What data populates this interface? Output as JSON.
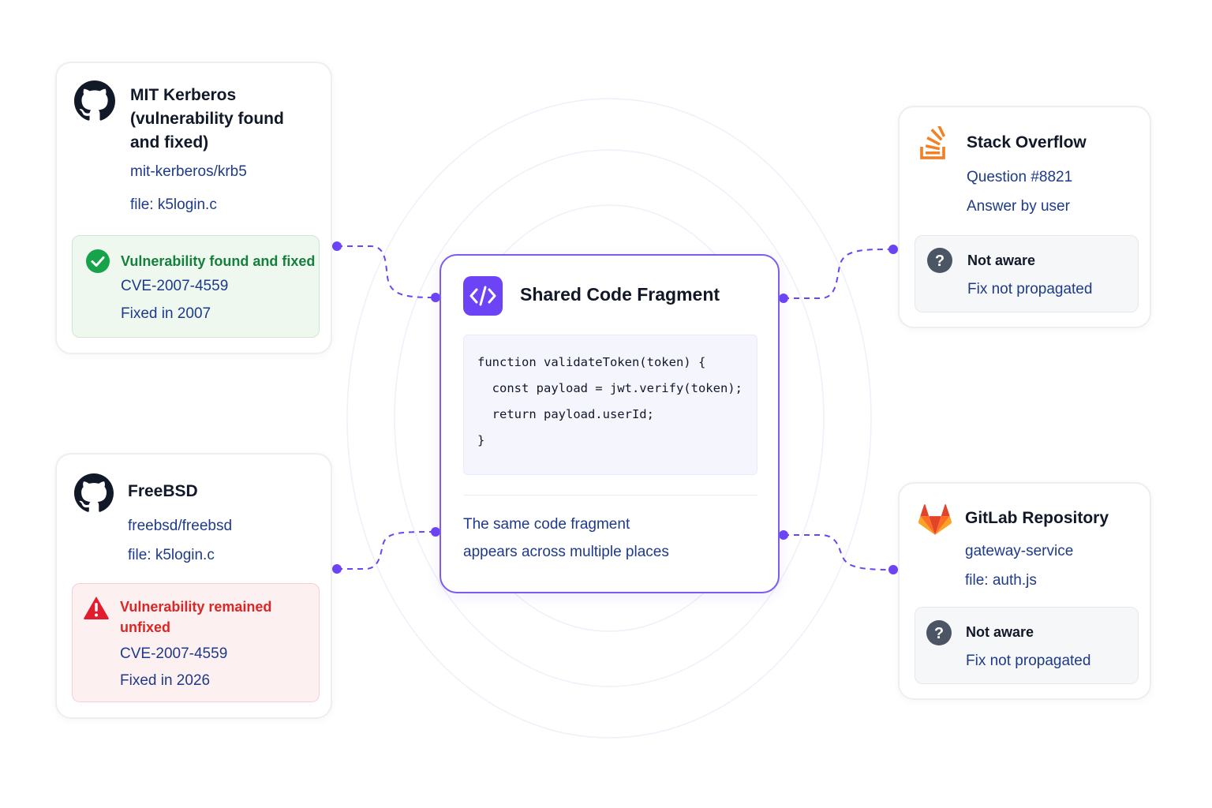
{
  "center": {
    "title": "Shared Code Fragment",
    "code": [
      "function validateToken(token) {",
      "  const payload = jwt.verify(token);",
      "  return payload.userId;",
      "}"
    ],
    "description": [
      "The same code fragment",
      "appears across multiple places"
    ]
  },
  "sources": {
    "kerberos": {
      "title": [
        "MIT Kerberos",
        "(vulnerability found",
        "and fixed)"
      ],
      "repo": "mit-kerberos/krb5",
      "file": "file: k5login.c",
      "status": {
        "heading": "Vulnerability found and fixed",
        "cve": "CVE-2007-4559",
        "fixed": "Fixed in 2007"
      }
    },
    "freebsd": {
      "title": "FreeBSD",
      "repo": "freebsd/freebsd",
      "file": "file: k5login.c",
      "status": {
        "heading": [
          "Vulnerability remained",
          "unfixed"
        ],
        "cve": "CVE-2007-4559",
        "fixed": "Fixed in 2026"
      }
    },
    "stackoverflow": {
      "title": "Stack Overflow",
      "question": "Question #8821",
      "answer": "Answer by user",
      "status": {
        "heading": "Not aware",
        "note": "Fix not propagated"
      }
    },
    "gitlab": {
      "title": "GitLab Repository",
      "repo": "gateway-service",
      "file": "file: auth.js",
      "status": {
        "heading": "Not aware",
        "note": "Fix not propagated"
      }
    }
  },
  "colors": {
    "accent": "#6d44f5",
    "fixed": "#15803d",
    "unfixed": "#dc2626",
    "link": "#1e3a8a",
    "stackoverflow": "#f48024",
    "gitlab": "#e24329"
  },
  "icons": [
    "github-icon",
    "check-circle-icon",
    "warning-triangle-icon",
    "stackoverflow-icon",
    "gitlab-icon",
    "question-circle-icon",
    "code-icon"
  ]
}
